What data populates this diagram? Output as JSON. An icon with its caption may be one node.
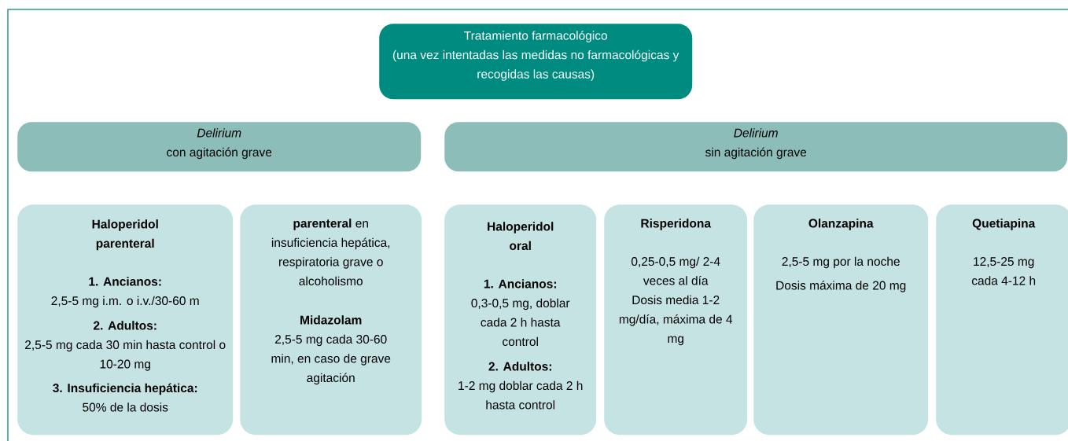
{
  "diagram": {
    "nodes": [
      {
        "text": [
          "Tratamiento farmacológico",
          "(una vez intentadas las medidas no farmacológicas y recogidas las causas)"
        ]
      },
      {
        "text": [
          "Delirium",
          "con agitación grave"
        ]
      },
      {
        "text": [
          "Delirium",
          "sin agitación grave"
        ]
      },
      {
        "text": [
          "Haloperidol parenteral",
          "1. Ancianos:",
          "2,5-5 mg i.m. o i.v./30-60 m",
          "2. Adultos:",
          "2,5-5 mg cada 30 min hasta control o 10-20 mg",
          "3. Insuficiencia hepática:",
          "50% de la dosis"
        ]
      },
      {
        "text": [
          "**parenteral** en insuficiencia hepática, respiratoria grave o alcoholismo",
          "Midazolam",
          "2,5-5 mg cada 30-60 min, en caso de grave agitación"
        ]
      },
      {
        "text": [
          "Haloperidol oral",
          "1. Ancianos:",
          "0,3-0,5 mg, doblar cada 2 h hasta control",
          "2. Adultos:",
          "1-2 mg doblar cada 2 h hasta control"
        ]
      },
      {
        "text": [
          "Risperidona",
          "0,25-0,5 mg/ 2-4 veces al día",
          "Dosis media 1-2 mg/día, máxima de 4 mg"
        ]
      },
      {
        "text": [
          "Olanzapina",
          "2,5-5 mg por la noche",
          "Dosis máxima de 20 mg"
        ]
      },
      {
        "text": [
          "Quetiapina",
          "12,5-25 mg cada 4-12 h"
        ]
      }
    ]
  }
}
